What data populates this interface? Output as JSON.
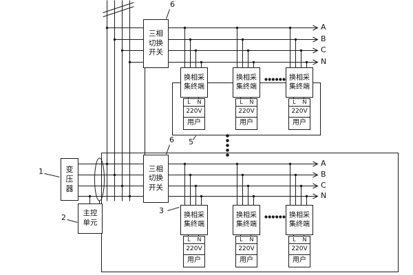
{
  "diagram": {
    "boxes": {
      "three_phase_switch": "三相\n切换\n开关",
      "phase_terminal": "换相采\n集终端",
      "transformer": "变\n压\n器",
      "main_control": "主控\n单元"
    },
    "user_unit": {
      "live": "L",
      "neutral": "N",
      "voltage": "220V",
      "user": "用户"
    },
    "phases": [
      "A",
      "B",
      "C",
      "N"
    ],
    "callouts": {
      "transformer": "1",
      "main_control": "2",
      "terminal": "3",
      "user_group": "5",
      "switch": "6"
    },
    "colors": {
      "line": "#1a1a1a",
      "background": "#ffffff"
    }
  }
}
